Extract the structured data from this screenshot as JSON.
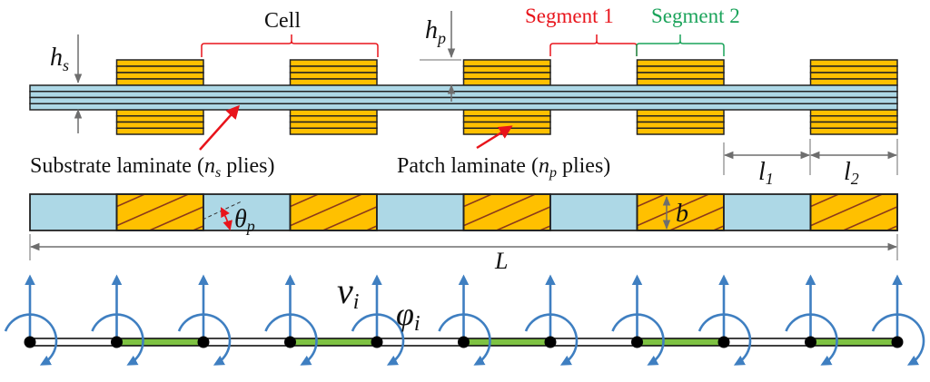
{
  "colors": {
    "substrate": "#add8e6",
    "patch": "#ffc000",
    "fiber": "#8b3a1a",
    "outline": "#222222",
    "dimension": "#6e6e6e",
    "red": "#e8141b",
    "green": "#1aa35a",
    "dof": "#3f7fc1",
    "element_green": "#7ec242"
  },
  "labels": {
    "cell": "Cell",
    "segment1": "Segment 1",
    "segment2": "Segment 2",
    "hs_main": "h",
    "hs_sub": "s",
    "hp_main": "h",
    "hp_sub": "p",
    "substrate_pre": "Substrate laminate (",
    "substrate_var": "n",
    "substrate_sub": "s",
    "substrate_post": " plies)",
    "patch_pre": "Patch laminate (",
    "patch_var": "n",
    "patch_sub": "p",
    "patch_post": " plies)",
    "l1_main": "l",
    "l1_sub": "1",
    "l2_main": "l",
    "l2_sub": "2",
    "theta_main": "θ",
    "theta_sub": "p",
    "b": "b",
    "L": "L",
    "v_main": "v",
    "v_sub": "i",
    "phi_main": "φ",
    "phi_sub": "i"
  },
  "structure": {
    "substrate_plies": 4,
    "patch_plies_per_side": 4,
    "patch_count": 5,
    "node_count": 11,
    "element_pattern": [
      "substrate",
      "patch",
      "substrate",
      "patch",
      "substrate",
      "patch",
      "substrate",
      "patch",
      "substrate",
      "patch"
    ]
  }
}
